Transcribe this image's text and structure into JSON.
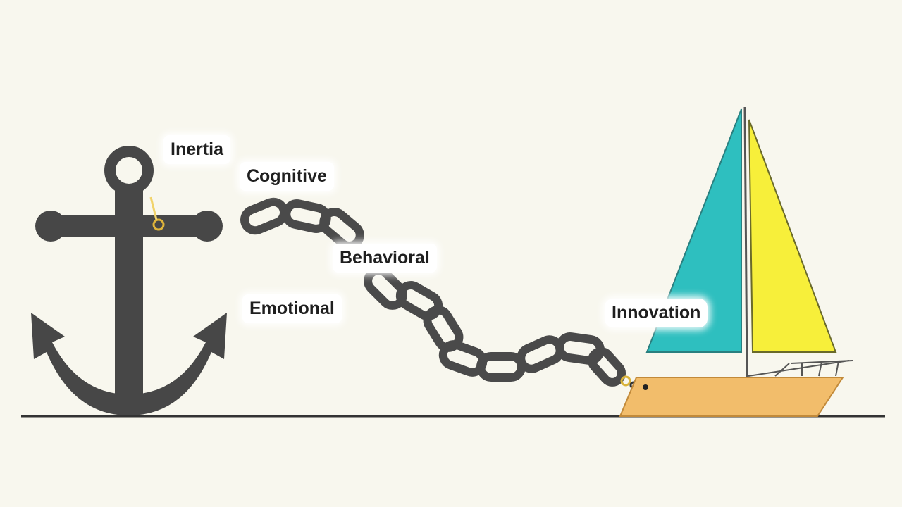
{
  "labels": {
    "inertia": "Inertia",
    "cognitive": "Cognitive",
    "behavioral": "Behavioral",
    "emotional": "Emotional",
    "innovation": "Innovation"
  },
  "colors": {
    "background": "#f8f7ee",
    "anchor": "#474747",
    "chain": "#4a4a4a",
    "sail_left": "#2ebfbf",
    "sail_right": "#f7ef3a",
    "hull": "#f2bd6b",
    "ground_line": "#333333"
  },
  "icons": [
    "anchor-icon",
    "chain-icon",
    "sailboat-icon"
  ]
}
